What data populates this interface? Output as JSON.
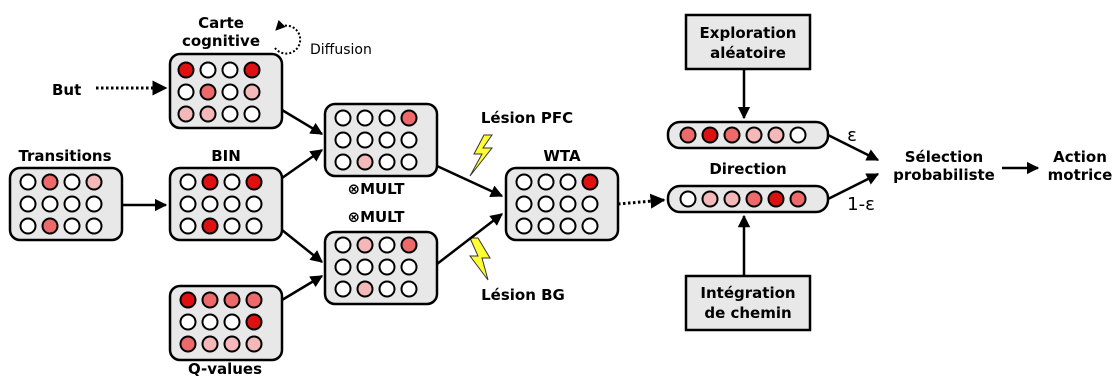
{
  "colors": {
    "r0": "#ffffff",
    "r1": "#f4b8b8",
    "r2": "#ee6a6a",
    "r3": "#dd1111",
    "bolt": "#ffff33",
    "panel": "#e8e8e8"
  },
  "labels": {
    "carte": "Carte",
    "cognitive": "cognitive",
    "diffusion": "Diffusion",
    "but": "But",
    "transitions": "Transitions",
    "bin": "BIN",
    "mult1": "⊗MULT",
    "mult2": "⊗MULT",
    "qvalues": "Q-values",
    "lesion_pfc": "Lésion PFC",
    "lesion_bg": "Lésion BG",
    "wta": "WTA",
    "exploration_1": "Exploration",
    "exploration_2": "aléatoire",
    "direction": "Direction",
    "integration_1": "Intégration",
    "integration_2": "de chemin",
    "epsilon": "ε",
    "one_minus_epsilon": "1-ε",
    "selection_1": "Sélection",
    "selection_2": "probabiliste",
    "action_1": "Action",
    "action_2": "motrice"
  },
  "grids": {
    "carte": [
      [
        3,
        0,
        0,
        3
      ],
      [
        0,
        2,
        0,
        1
      ],
      [
        1,
        1,
        0,
        0
      ]
    ],
    "transitions": [
      [
        0,
        2,
        0,
        1
      ],
      [
        0,
        0,
        0,
        0
      ],
      [
        0,
        2,
        0,
        0
      ]
    ],
    "bin": [
      [
        0,
        3,
        0,
        3
      ],
      [
        0,
        0,
        0,
        0
      ],
      [
        0,
        3,
        0,
        0
      ]
    ],
    "mult_top": [
      [
        0,
        0,
        0,
        2
      ],
      [
        0,
        0,
        0,
        0
      ],
      [
        0,
        1,
        0,
        0
      ]
    ],
    "mult_bottom": [
      [
        0,
        1,
        0,
        2
      ],
      [
        0,
        0,
        0,
        0
      ],
      [
        0,
        1,
        0,
        0
      ]
    ],
    "qvalues": [
      [
        3,
        2,
        2,
        2
      ],
      [
        0,
        0,
        0,
        3
      ],
      [
        2,
        1,
        1,
        1
      ]
    ],
    "wta": [
      [
        0,
        0,
        0,
        3
      ],
      [
        0,
        0,
        0,
        0
      ],
      [
        0,
        0,
        0,
        0
      ]
    ]
  },
  "rows": {
    "exploration": [
      2,
      3,
      2,
      1,
      1,
      0
    ],
    "integration": [
      0,
      1,
      1,
      2,
      3,
      2
    ]
  }
}
